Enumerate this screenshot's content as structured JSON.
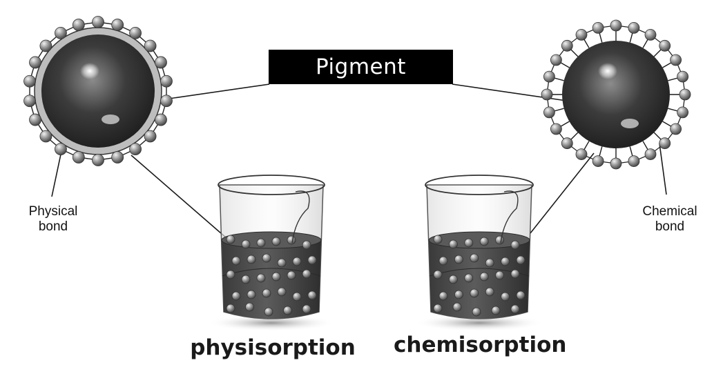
{
  "labels": {
    "pigment": "Pigment",
    "physical_bond_line1": "Physical",
    "physical_bond_line2": "bond",
    "chemical_bond_line1": "Chemical",
    "chemical_bond_line2": "bond",
    "physisorption": "physisorption",
    "chemisorption": "chemisorption"
  },
  "colors": {
    "sphere_dark": "#2e2e2e",
    "sphere_highlight": "#ffffff",
    "shell": "#bdbdbd",
    "bead": "#8a8a8a",
    "liquid": "#4d4d4d",
    "glass": "#e6e6e6"
  }
}
